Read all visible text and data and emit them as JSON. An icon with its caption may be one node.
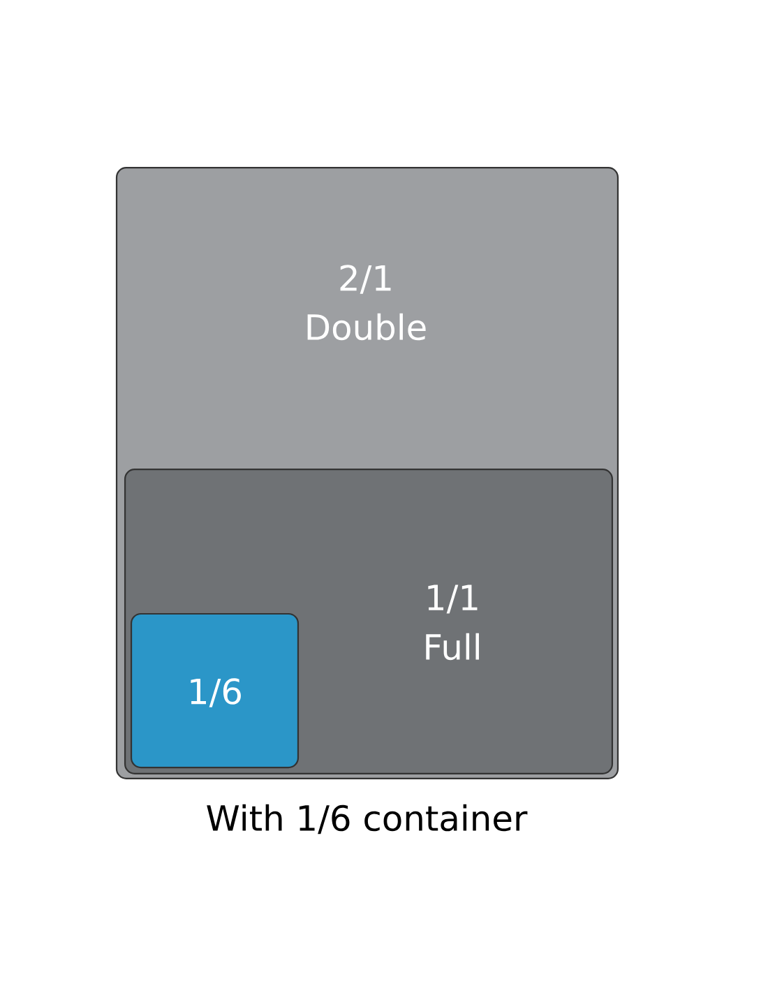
{
  "diagram": {
    "caption": "With 1/6 container",
    "nodes": [
      {
        "text": [
          "2/1",
          "Double"
        ]
      },
      {
        "text": [
          "1/1",
          "Full"
        ],
        "in": 0
      },
      {
        "text": [
          "1/6"
        ],
        "in": 1
      }
    ]
  }
}
